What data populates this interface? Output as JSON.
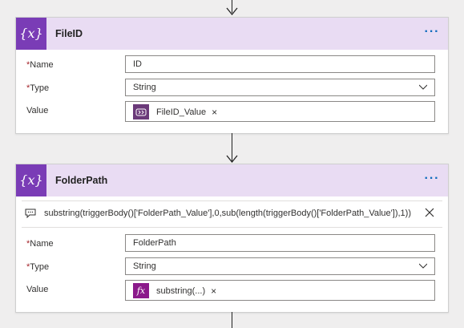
{
  "cards": [
    {
      "title": "FileID",
      "icon": "variable-icon",
      "icon_text": "{x}",
      "more_text": "···",
      "fields": {
        "name_label": "Name",
        "name_value": "ID",
        "type_label": "Type",
        "type_value": "String",
        "value_label": "Value",
        "value_token": "FileID_Value",
        "value_token_icon": "dynamic-content-icon"
      }
    },
    {
      "title": "FolderPath",
      "icon": "variable-icon",
      "icon_text": "{x}",
      "more_text": "···",
      "comment": "substring(triggerBody()['FolderPath_Value'],0,sub(length(triggerBody()['FolderPath_Value']),1))",
      "fields": {
        "name_label": "Name",
        "name_value": "FolderPath",
        "type_label": "Type",
        "type_value": "String",
        "value_label": "Value",
        "value_token": "substring(...)",
        "value_token_icon": "fx-icon",
        "value_token_icon_text": "fx"
      }
    }
  ],
  "required_marker": "*",
  "remove_glyph": "×",
  "colors": {
    "header_bg": "#e9dcf3",
    "icon_bg": "#7a3cb6",
    "link_blue": "#0f6cbd",
    "required_red": "#a4262c"
  }
}
